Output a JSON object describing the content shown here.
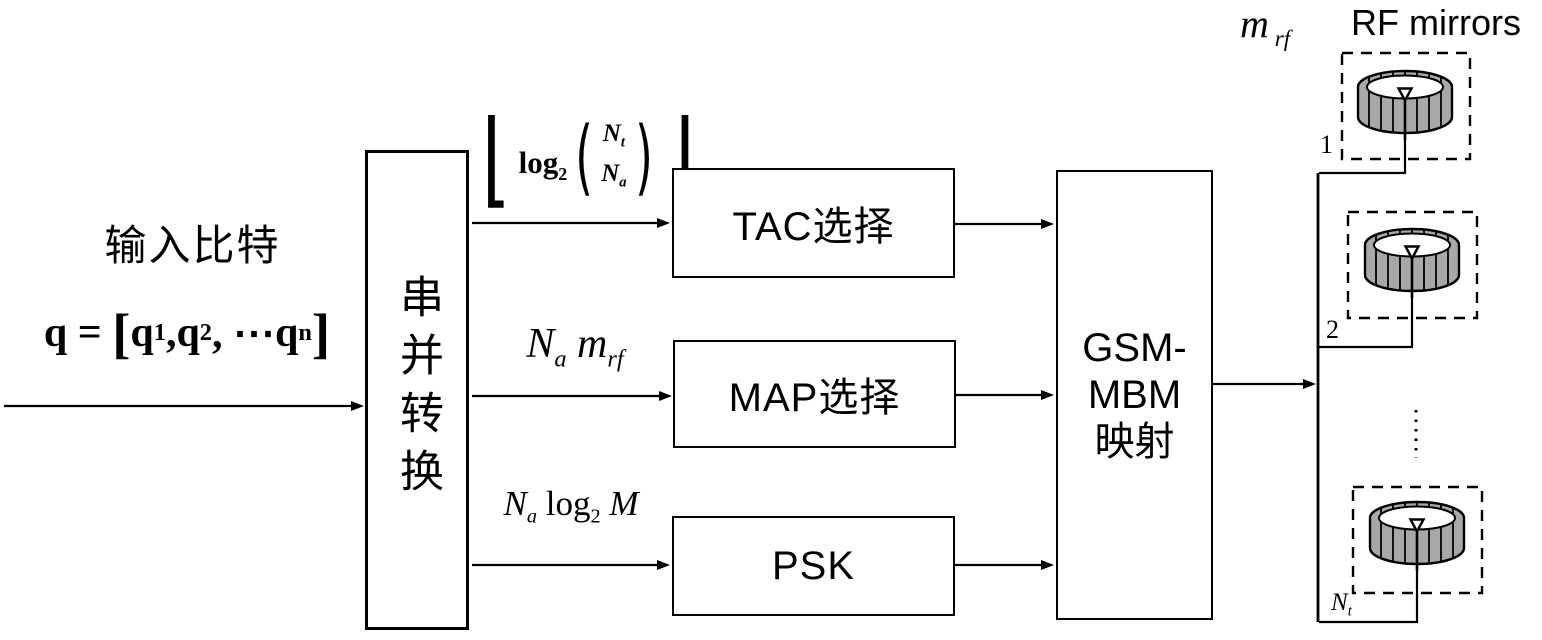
{
  "colors": {
    "background": "#ffffff",
    "line": "#000000",
    "mirror_fill": "#a8a8a8"
  },
  "labels": {
    "input_bits": "输入比特",
    "rf_mirrors": "RF mirrors"
  },
  "blocks": {
    "sp_converter": "串并转换",
    "tac": "TAC选择",
    "map": "MAP选择",
    "psk": "PSK",
    "mapper_lines": [
      "GSM-",
      "MBM",
      "映射"
    ]
  },
  "formulas": {
    "q_vector": [
      {
        "t": "q"
      },
      {
        "t": " = "
      },
      {
        "t": "[",
        "s": "big"
      },
      {
        "t": "q"
      },
      {
        "t": "1",
        "s": "sub"
      },
      {
        "t": ","
      },
      {
        "t": "q"
      },
      {
        "t": "2",
        "s": "sub"
      },
      {
        "t": ", ⋯"
      },
      {
        "t": "q"
      },
      {
        "t": "n",
        "s": "sub"
      },
      {
        "t": "]",
        "s": "big"
      }
    ],
    "tac_input": {
      "floor_open": "⌊",
      "log": [
        {
          "t": "log"
        },
        {
          "t": "2",
          "s": "sub"
        }
      ],
      "paren_open": "(",
      "upper": [
        {
          "t": "N"
        },
        {
          "t": "t",
          "s": "sub"
        }
      ],
      "lower": [
        {
          "t": "N"
        },
        {
          "t": "a",
          "s": "sub"
        }
      ],
      "paren_close": ")",
      "floor_close": "⌋"
    },
    "map_input": [
      {
        "t": "N"
      },
      {
        "t": "a",
        "s": "sub"
      },
      {
        "t": " m"
      },
      {
        "t": "rf",
        "s": "sub"
      }
    ],
    "psk_input": [
      {
        "t": "N"
      },
      {
        "t": "a",
        "s": "sub"
      },
      {
        "t": " log",
        "s": "up"
      },
      {
        "t": "2",
        "s": "upsub"
      },
      {
        "t": " M"
      }
    ],
    "m_rf": [
      {
        "t": "m"
      },
      {
        "t": " rf",
        "s": "sub"
      }
    ]
  },
  "antennas": {
    "index_first": "1",
    "index_second": "2",
    "index_last": [
      {
        "t": "N"
      },
      {
        "t": "t",
        "s": "sub"
      }
    ]
  }
}
